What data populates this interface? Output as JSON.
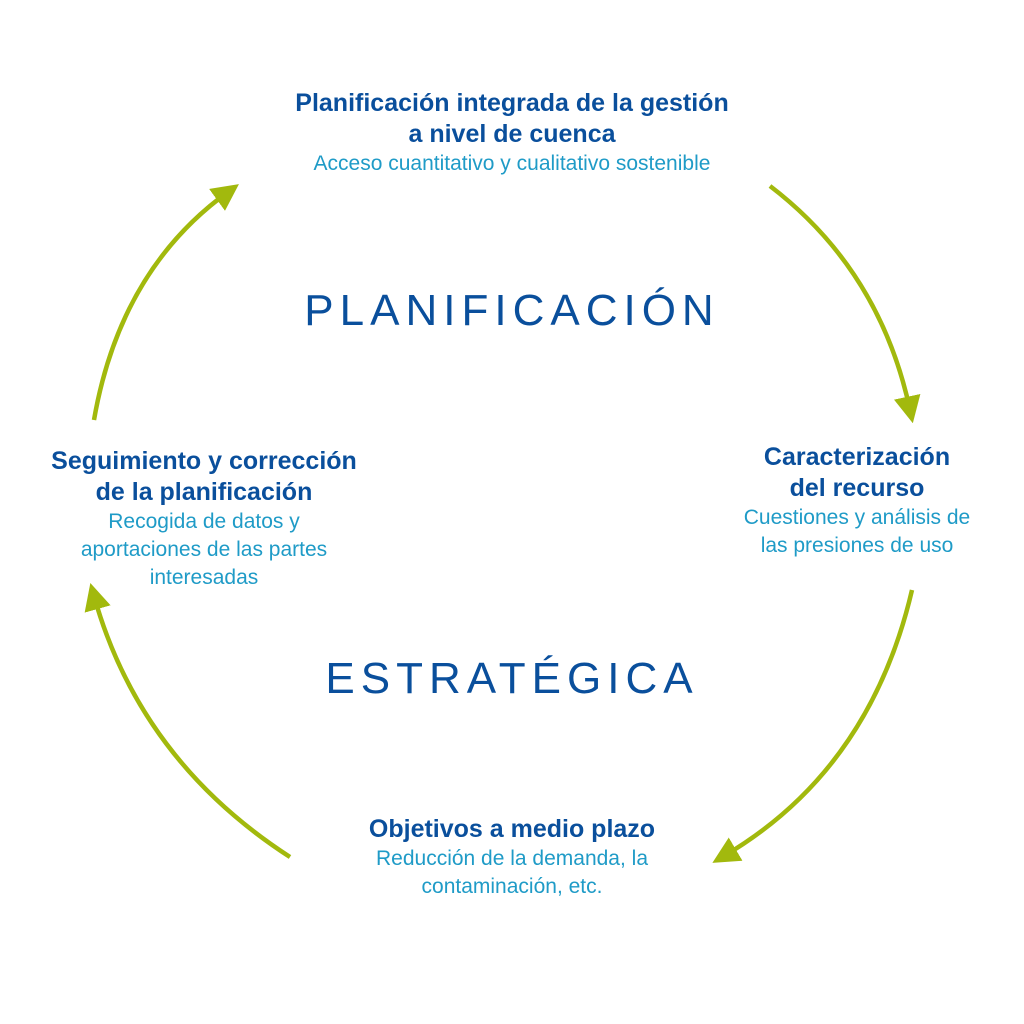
{
  "colors": {
    "title": "#0a4f9c",
    "subtitle": "#1f9bc7",
    "arrow": "#a2b90d",
    "background": "#ffffff"
  },
  "center": {
    "line1": "PLANIFICACIÓN",
    "line2": "ESTRATÉGICA"
  },
  "nodes": {
    "top": {
      "title_line1": "Planificación integrada de la gestión",
      "title_line2": "a nivel de cuenca",
      "sub_line1": "Acceso cuantitativo y cualitativo sostenible"
    },
    "right": {
      "title_line1": "Caracterización",
      "title_line2": "del recurso",
      "sub_line1": "Cuestiones y análisis de",
      "sub_line2": "las presiones de uso"
    },
    "bottom": {
      "title_line1": "Objetivos a medio plazo",
      "sub_line1": "Reducción de la demanda, la",
      "sub_line2": "contaminación, etc."
    },
    "left": {
      "title_line1": "Seguimiento y corrección",
      "title_line2": "de la planificación",
      "sub_line1": "Recogida de datos y",
      "sub_line2": "aportaciones de las partes",
      "sub_line3": "interesadas"
    }
  },
  "arrows": [
    {
      "name": "arrow-top-to-right",
      "direction": "clockwise"
    },
    {
      "name": "arrow-right-to-bottom",
      "direction": "clockwise"
    },
    {
      "name": "arrow-bottom-to-left",
      "direction": "clockwise"
    },
    {
      "name": "arrow-left-to-top",
      "direction": "clockwise"
    }
  ]
}
